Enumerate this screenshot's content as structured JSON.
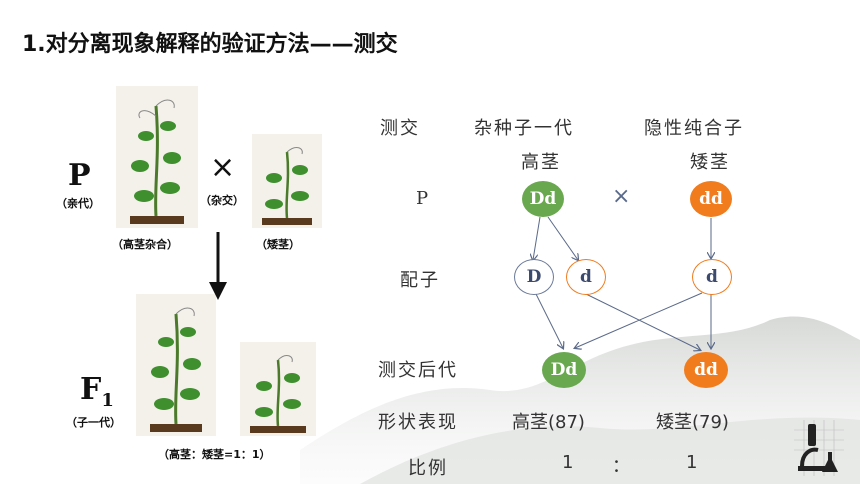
{
  "title": "1.对分离现象解释的验证方法——测交",
  "left": {
    "p_letter": "P",
    "p_note": "（亲代）",
    "f1_letter": "F",
    "f1_sub": "1",
    "f1_note": "（子一代）",
    "cross_symbol": "×",
    "cross_note": "（杂交）",
    "tall_hetero_caption": "（高茎杂合）",
    "dwarf_caption": "（矮茎）",
    "ratio_caption": "（高茎：矮茎=1：1）"
  },
  "diagram": {
    "row_testcross": "测交",
    "hybrid_label": "杂种子一代",
    "recessive_label": "隐性纯合子",
    "tall": "高茎",
    "dwarf": "矮茎",
    "row_p": "P",
    "cross": "×",
    "row_gamete": "配子",
    "row_offspring": "测交后代",
    "row_phenotype": "形状表现",
    "row_ratio": "比例",
    "node_Dd": "Dd",
    "node_dd": "dd",
    "node_D": "D",
    "node_d": "d",
    "tall_result": "高茎(87)",
    "dwarf_result": "矮茎(79)",
    "ratio_left": "1",
    "ratio_colon": "：",
    "ratio_right": "1"
  },
  "colors": {
    "green": "#6aa84f",
    "orange": "#f07c1e",
    "arrow": "#5a6a8a"
  }
}
